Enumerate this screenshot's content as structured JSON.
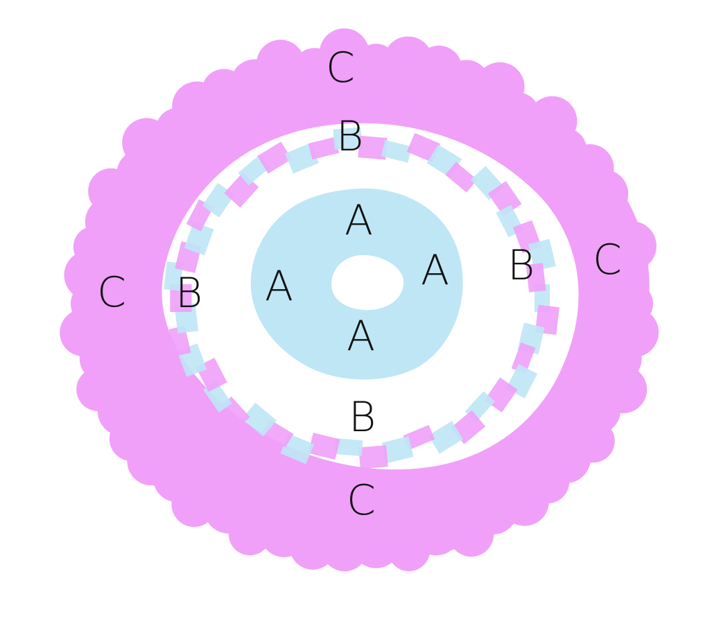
{
  "colors": {
    "outer_ring": "#f0a0f8",
    "middle_ring_a": "#f0a0f8",
    "middle_ring_b": "#bfe6f5",
    "inner_blob": "#bfe6f5",
    "background": "#ffffff",
    "text": "#111111"
  },
  "labels": {
    "outer": [
      "C",
      "C",
      "C",
      "C"
    ],
    "middle": [
      "B",
      "B",
      "B",
      "B"
    ],
    "inner": [
      "A",
      "A",
      "A",
      "A"
    ]
  }
}
